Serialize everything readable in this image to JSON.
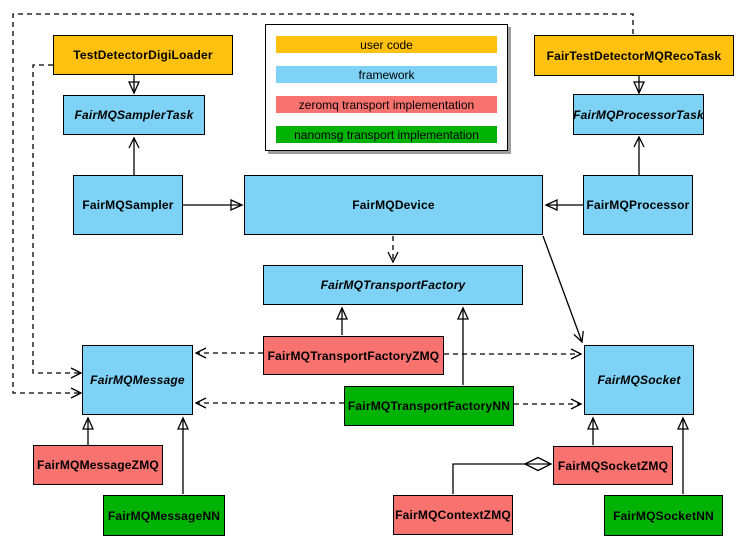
{
  "legend": {
    "items": [
      {
        "label": "user code",
        "color": "#FFC10E",
        "category": "user-code"
      },
      {
        "label": "framework",
        "color": "#7DD2F5",
        "category": "framework"
      },
      {
        "label": "zeromq transport implementation",
        "color": "#F8726F",
        "category": "zeromq"
      },
      {
        "label": "nanomsg transport implementation",
        "color": "#00B204",
        "category": "nanomsg"
      }
    ]
  },
  "nodes": {
    "testDetectorDigiLoader": {
      "label": "TestDetectorDigiLoader",
      "category": "user-code",
      "abstract": false
    },
    "fairTestDetectorMQRecoTask": {
      "label": "FairTestDetectorMQRecoTask",
      "category": "user-code",
      "abstract": false
    },
    "fairMQSamplerTask": {
      "label": "FairMQSamplerTask",
      "category": "framework",
      "abstract": true
    },
    "fairMQProcessorTask": {
      "label": "FairMQProcessorTask",
      "category": "framework",
      "abstract": true
    },
    "fairMQSampler": {
      "label": "FairMQSampler",
      "category": "framework",
      "abstract": false
    },
    "fairMQDevice": {
      "label": "FairMQDevice",
      "category": "framework",
      "abstract": false
    },
    "fairMQProcessor": {
      "label": "FairMQProcessor",
      "category": "framework",
      "abstract": false
    },
    "fairMQTransportFactory": {
      "label": "FairMQTransportFactory",
      "category": "framework",
      "abstract": true
    },
    "fairMQTransportFactoryZMQ": {
      "label": "FairMQTransportFactoryZMQ",
      "category": "zeromq",
      "abstract": false
    },
    "fairMQTransportFactoryNN": {
      "label": "FairMQTransportFactoryNN",
      "category": "nanomsg",
      "abstract": false
    },
    "fairMQMessage": {
      "label": "FairMQMessage",
      "category": "framework",
      "abstract": true
    },
    "fairMQSocket": {
      "label": "FairMQSocket",
      "category": "framework",
      "abstract": true
    },
    "fairMQMessageZMQ": {
      "label": "FairMQMessageZMQ",
      "category": "zeromq",
      "abstract": false
    },
    "fairMQMessageNN": {
      "label": "FairMQMessageNN",
      "category": "nanomsg",
      "abstract": false
    },
    "fairMQContextZMQ": {
      "label": "FairMQContextZMQ",
      "category": "zeromq",
      "abstract": false
    },
    "fairMQSocketZMQ": {
      "label": "FairMQSocketZMQ",
      "category": "zeromq",
      "abstract": false
    },
    "fairMQSocketNN": {
      "label": "FairMQSocketNN",
      "category": "nanomsg",
      "abstract": false
    }
  },
  "edges": [
    {
      "from": "TestDetectorDigiLoader",
      "to": "FairMQSamplerTask",
      "type": "inheritance"
    },
    {
      "from": "FairMQSampler",
      "to": "FairMQSamplerTask",
      "type": "association"
    },
    {
      "from": "FairTestDetectorMQRecoTask",
      "to": "FairMQProcessorTask",
      "type": "inheritance"
    },
    {
      "from": "FairMQProcessor",
      "to": "FairMQProcessorTask",
      "type": "association"
    },
    {
      "from": "FairMQSampler",
      "to": "FairMQDevice",
      "type": "inheritance"
    },
    {
      "from": "FairMQProcessor",
      "to": "FairMQDevice",
      "type": "inheritance"
    },
    {
      "from": "FairMQDevice",
      "to": "FairMQTransportFactory",
      "type": "dependency-dashed"
    },
    {
      "from": "FairMQDevice",
      "to": "FairMQSocket",
      "type": "association"
    },
    {
      "from": "FairMQTransportFactoryZMQ",
      "to": "FairMQTransportFactory",
      "type": "inheritance"
    },
    {
      "from": "FairMQTransportFactoryNN",
      "to": "FairMQTransportFactory",
      "type": "inheritance"
    },
    {
      "from": "FairMQTransportFactoryZMQ",
      "to": "FairMQMessage",
      "type": "dependency-dashed"
    },
    {
      "from": "FairMQTransportFactoryNN",
      "to": "FairMQMessage",
      "type": "dependency-dashed"
    },
    {
      "from": "FairMQTransportFactoryZMQ",
      "to": "FairMQSocket",
      "type": "dependency-dashed"
    },
    {
      "from": "FairMQTransportFactoryNN",
      "to": "FairMQSocket",
      "type": "dependency-dashed"
    },
    {
      "from": "TestDetectorDigiLoader",
      "to": "FairMQMessage",
      "type": "dependency-dashed"
    },
    {
      "from": "FairTestDetectorMQRecoTask",
      "to": "FairMQMessage",
      "type": "dependency-dashed"
    },
    {
      "from": "FairMQMessageZMQ",
      "to": "FairMQMessage",
      "type": "inheritance"
    },
    {
      "from": "FairMQMessageNN",
      "to": "FairMQMessage",
      "type": "inheritance"
    },
    {
      "from": "FairMQSocketZMQ",
      "to": "FairMQSocket",
      "type": "inheritance"
    },
    {
      "from": "FairMQSocketNN",
      "to": "FairMQSocket",
      "type": "inheritance"
    },
    {
      "from": "FairMQContextZMQ",
      "to": "FairMQSocketZMQ",
      "type": "composition"
    }
  ]
}
